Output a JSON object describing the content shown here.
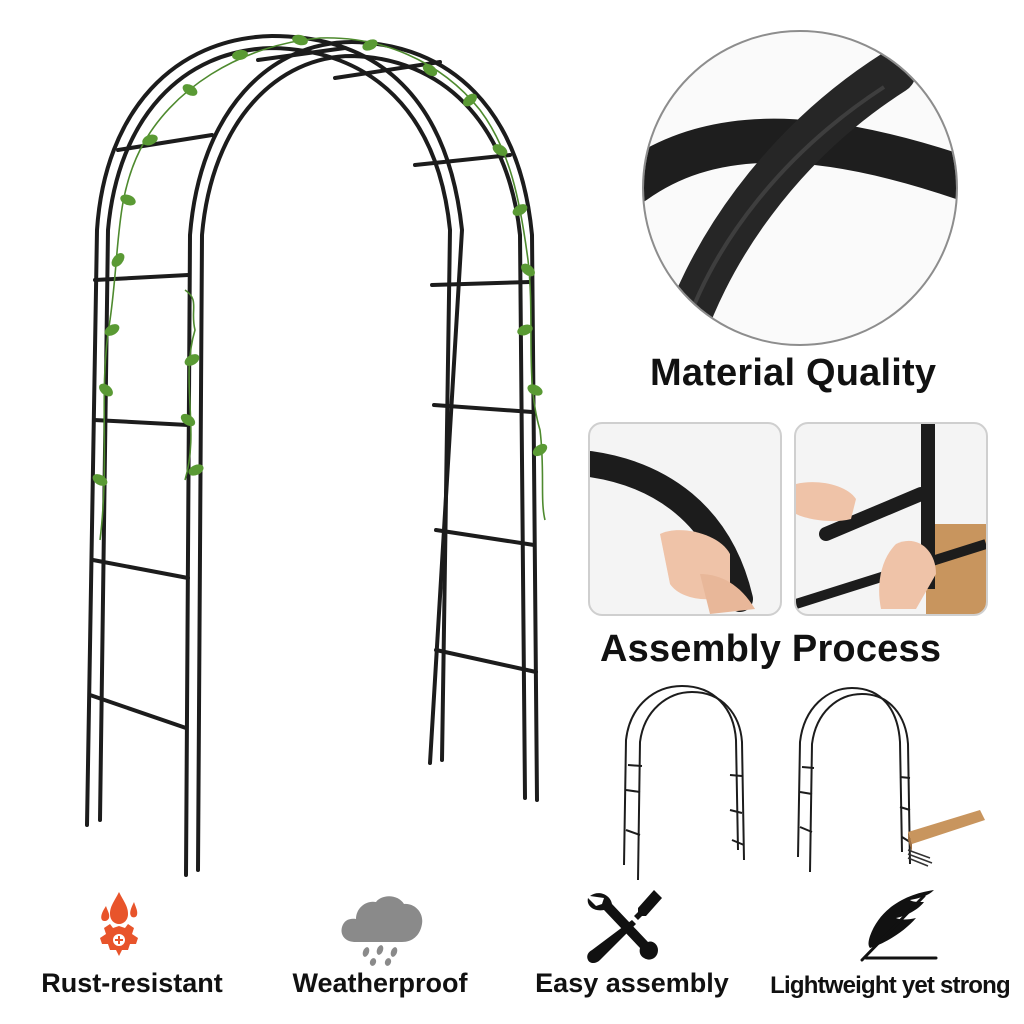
{
  "headings": {
    "material": "Material Quality",
    "assembly": "Assembly Process"
  },
  "features": [
    {
      "label": "Rust-resistant",
      "icon": "rust-resistant-icon",
      "color": "#e8542b"
    },
    {
      "label": "Weatherproof",
      "icon": "rain-cloud-icon",
      "color": "#8a8a8a"
    },
    {
      "label": "Easy assembly",
      "icon": "wrench-screwdriver-icon",
      "color": "#111111"
    },
    {
      "label": "Lightweight yet strong",
      "icon": "feather-icon",
      "color": "#111111"
    }
  ],
  "colors": {
    "metal": "#1c1c1c",
    "vine": "#4e8a2e",
    "skin": "#efc3a8",
    "cardboard": "#c8955e"
  }
}
